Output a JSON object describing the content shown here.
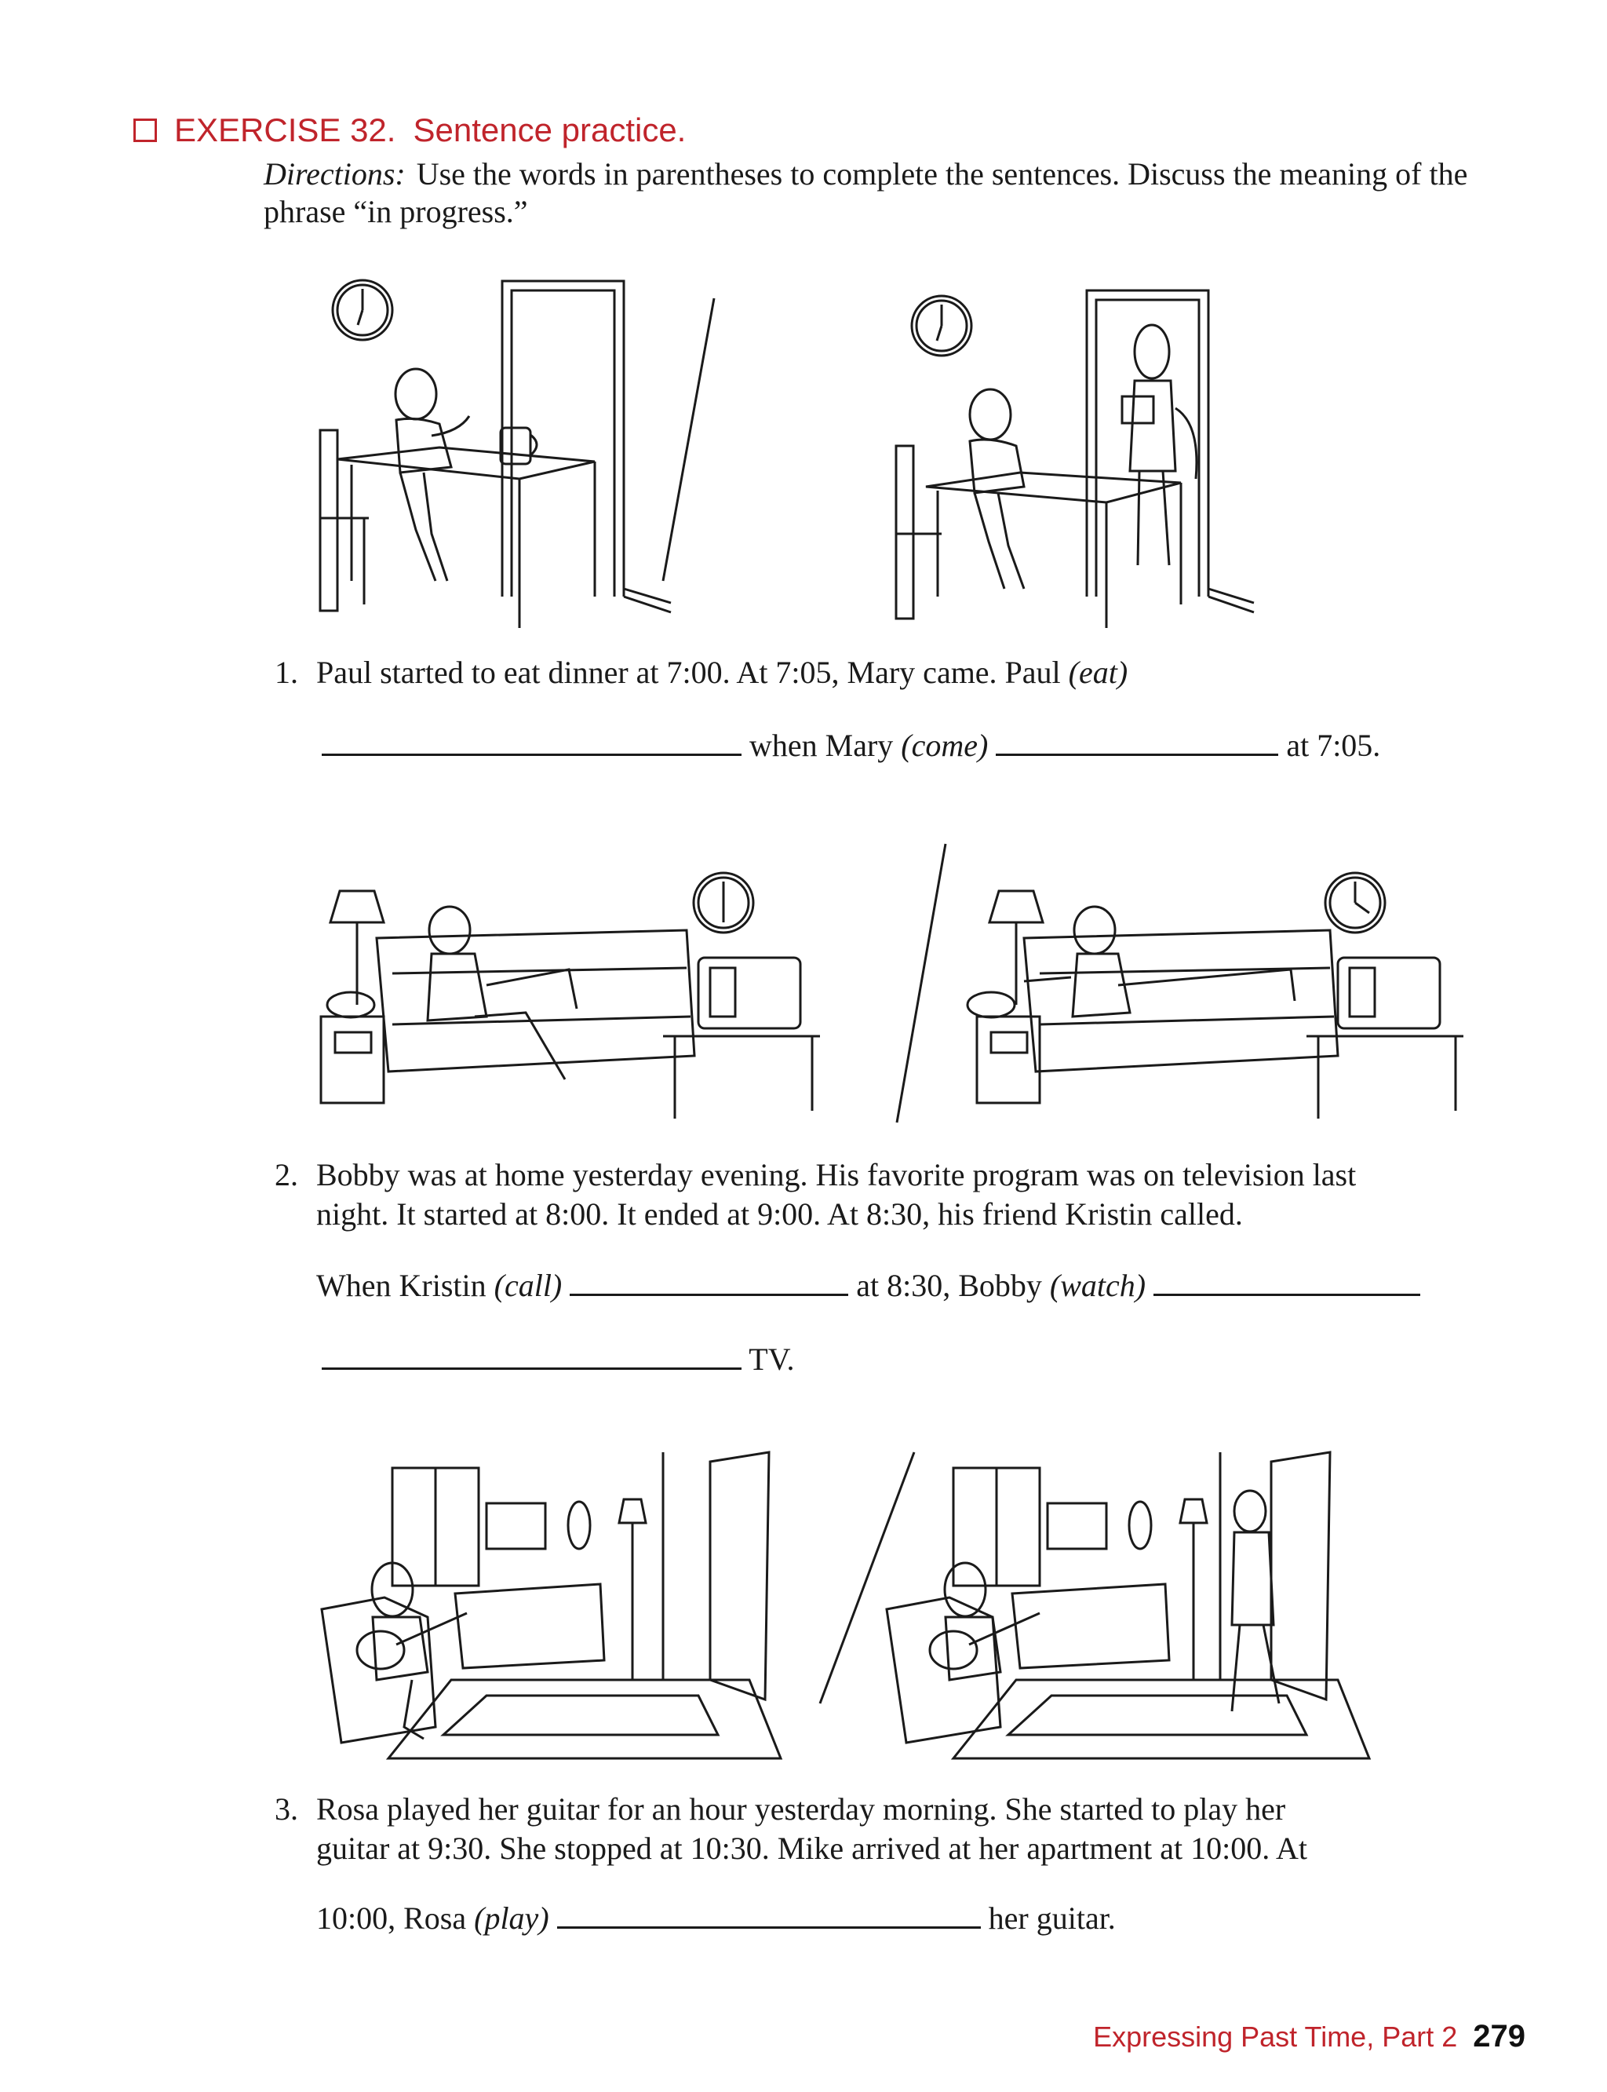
{
  "header": {
    "number": "EXERCISE 32.",
    "title": "Sentence practice."
  },
  "directions": {
    "label": "Directions:",
    "text": "Use the words in parentheses to complete the sentences. Discuss the meaning of the phrase “in progress.”"
  },
  "items": [
    {
      "number": "1.",
      "line1_a": "Paul started to eat dinner at 7:00. At 7:05, Mary came. Paul",
      "line1_cue": "(eat)",
      "line2_mid": "when Mary",
      "line2_cue": "(come)",
      "line2_end": "at 7:05."
    },
    {
      "number": "2.",
      "line1": "Bobby was at home yesterday evening. His favorite program was on television last",
      "line2": "night. It started at 8:00. It ended at 9:00. At 8:30, his friend Kristin called.",
      "line3_a": "When Kristin",
      "line3_cue1": "(call)",
      "line3_mid": "at 8:30, Bobby",
      "line3_cue2": "(watch)",
      "line4_end": "TV."
    },
    {
      "number": "3.",
      "line1": "Rosa played her guitar for an hour yesterday morning. She started to play her",
      "line2": "guitar at 9:30. She stopped at 10:30. Mike arrived at her apartment at 10:00. At",
      "line3_a": "10:00, Rosa",
      "line3_cue": "(play)",
      "line3_end": "her guitar."
    }
  ],
  "footer": {
    "chapter": "Expressing Past Time, Part 2",
    "page": "279"
  },
  "colors": {
    "accent": "#c0242b",
    "ink": "#1a1a1a"
  }
}
